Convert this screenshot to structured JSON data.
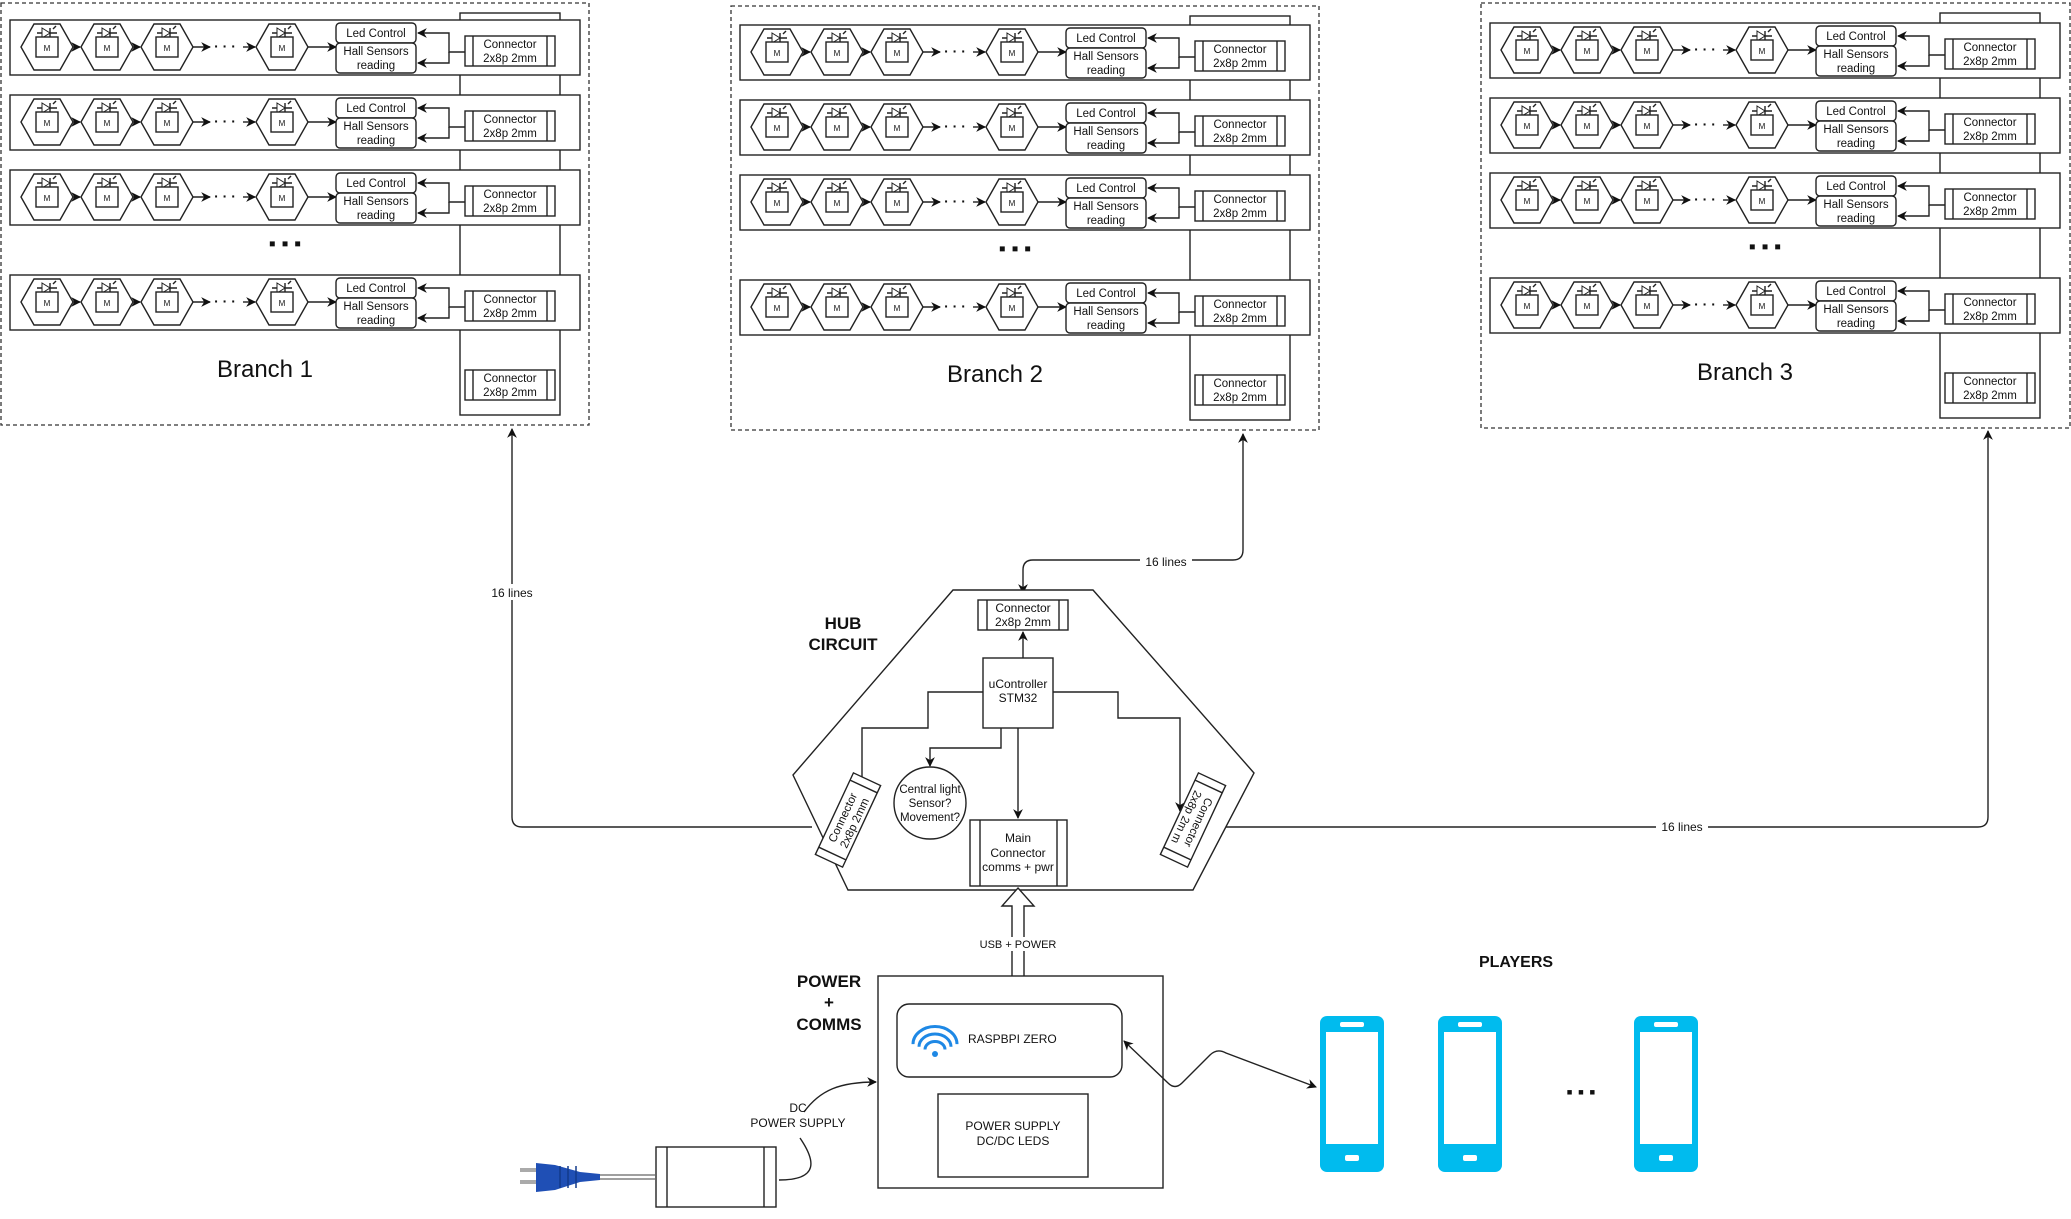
{
  "branches": [
    {
      "label": "Branch 1",
      "rows": 4,
      "led_control": "Led Control",
      "hall_line1": "Hall Sensors",
      "hall_line2": "reading",
      "connector_line1": "Connector",
      "connector_line2": "2x8p 2mm",
      "motor_label": "M"
    },
    {
      "label": "Branch 2",
      "rows": 4,
      "led_control": "Led Control",
      "hall_line1": "Hall Sensors",
      "hall_line2": "reading",
      "connector_line1": "Connector",
      "connector_line2": "2x8p 2mm",
      "motor_label": "M"
    },
    {
      "label": "Branch 3",
      "rows": 4,
      "led_control": "Led Control",
      "hall_line1": "Hall Sensors",
      "hall_line2": "reading",
      "connector_line1": "Connector",
      "connector_line2": "2x8p 2mm",
      "motor_label": "M"
    }
  ],
  "chain_ellipsis": "· · ·",
  "rows_ellipsis": "▪ ▪ ▪",
  "links": {
    "branch1": "16 lines",
    "branch2": "16 lines",
    "branch3": "16 lines",
    "usb_power": "USB + POWER",
    "dc_power_line1": "DC",
    "dc_power_line2": "POWER SUPPLY"
  },
  "hub": {
    "title_line1": "HUB",
    "title_line2": "CIRCUIT",
    "top_connector_line1": "Connector",
    "top_connector_line2": "2x8p 2mm",
    "ucontroller_line1": "uController",
    "ucontroller_line2": "STM32",
    "sensor_line1": "Central light",
    "sensor_line2": "Sensor?",
    "sensor_line3": "Movement?",
    "main_connector_line1": "Main",
    "main_connector_line2": "Connector",
    "main_connector_line3": "comms + pwr",
    "left_connector_line1": "Connector",
    "left_connector_line2": "2x8p 2mm",
    "right_connector_line1": "Connector",
    "right_connector_line2": "2x8p 2m m"
  },
  "power": {
    "title_line1": "POWER",
    "title_line2": "+",
    "title_line3": "COMMS",
    "raspberry": "RASPBPI ZERO",
    "psu_line1": "POWER SUPPLY",
    "psu_line2": "DC/DC LEDS",
    "wifi_color": "#1e88e5",
    "plug_color": "#1f4fb5"
  },
  "players": {
    "title": "PLAYERS",
    "count_shown": 3,
    "ellipsis": "▪ ▪ ▪",
    "phone_color": "#00bbee"
  }
}
